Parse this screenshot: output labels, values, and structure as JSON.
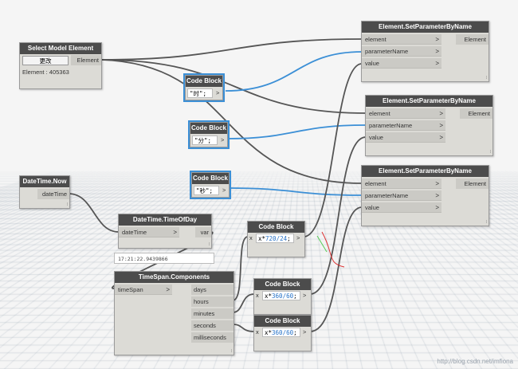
{
  "nodes": {
    "select": {
      "title": "Select Model Element",
      "button": "更改",
      "out": "Element",
      "info": "Element : 405363"
    },
    "cb1": {
      "title": "Code Block",
      "code": "\"时\";"
    },
    "cb2": {
      "title": "Code Block",
      "code": "\"分\";"
    },
    "cb3": {
      "title": "Code Block",
      "code": "\"秒\";"
    },
    "cb4": {
      "title": "Code Block",
      "code_prefix": "x*",
      "code_num": "720/24",
      "code_suffix": ";",
      "in": "x"
    },
    "cb5": {
      "title": "Code Block",
      "code_prefix": "x*",
      "code_num": "360/60",
      "code_suffix": ";",
      "in": "x"
    },
    "cb6": {
      "title": "Code Block",
      "code_prefix": "x*",
      "code_num": "360/60",
      "code_suffix": ";",
      "in": "x"
    },
    "now": {
      "title": "DateTime.Now",
      "out": "dateTime"
    },
    "tod": {
      "title": "DateTime.TimeOfDay",
      "in": "dateTime",
      "out": "var",
      "watch": "17:21:22.9439866"
    },
    "ts": {
      "title": "TimeSpan.Components",
      "in": "timeSpan",
      "outs": [
        "days",
        "hours",
        "minutes",
        "seconds",
        "milliseconds"
      ]
    },
    "sp1": {
      "title": "Element.SetParameterByName",
      "ins": [
        "element",
        "parameterName",
        "value"
      ],
      "out": "Element"
    },
    "sp2": {
      "title": "Element.SetParameterByName",
      "ins": [
        "element",
        "parameterName",
        "value"
      ],
      "out": "Element"
    },
    "sp3": {
      "title": "Element.SetParameterByName",
      "ins": [
        "element",
        "parameterName",
        "value"
      ],
      "out": "Element"
    }
  },
  "arrow_glyph": ">",
  "resize_glyph": "⁞",
  "watermark": "http://blog.csdn.net/imfiona",
  "colors": {
    "header": "#4c4c4c",
    "node": "#dcdbd6",
    "selected": "#3b8fd6",
    "wire": "#555555",
    "wire_selected": "#3b8fd6",
    "code_number": "#2672c8"
  }
}
